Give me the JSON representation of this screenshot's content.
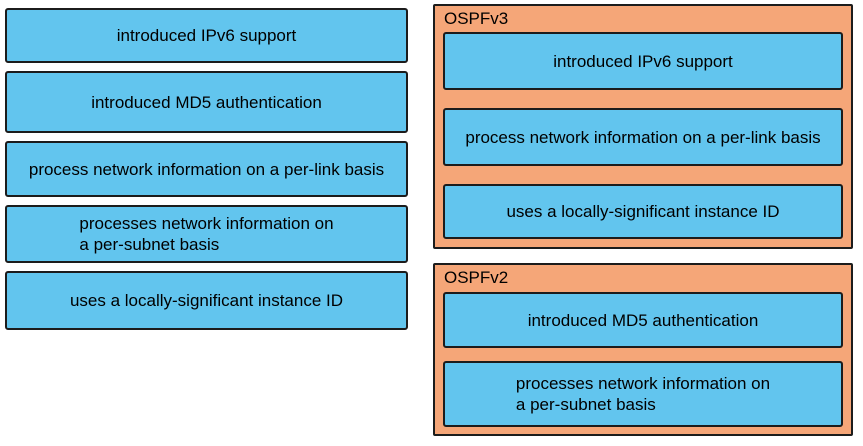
{
  "options": [
    {
      "label": "introduced IPv6 support"
    },
    {
      "label": "introduced MD5 authentication"
    },
    {
      "label": "process network information on a per-link basis"
    },
    {
      "label": "processes network information on\na per-subnet basis"
    },
    {
      "label": "uses a locally-significant instance ID"
    }
  ],
  "dropzones": [
    {
      "title": "OSPFv3",
      "items": [
        {
          "label": "introduced IPv6 support"
        },
        {
          "label": "process network information on a per-link basis"
        },
        {
          "label": "uses a locally-significant instance ID"
        }
      ]
    },
    {
      "title": "OSPFv2",
      "items": [
        {
          "label": "introduced MD5 authentication"
        },
        {
          "label": "processes network information on\na per-subnet basis"
        }
      ]
    }
  ],
  "colors": {
    "item_bg": "#62c5ee",
    "zone_bg": "#f5a678",
    "border": "#1c1c1c",
    "background": "#ffffff"
  }
}
